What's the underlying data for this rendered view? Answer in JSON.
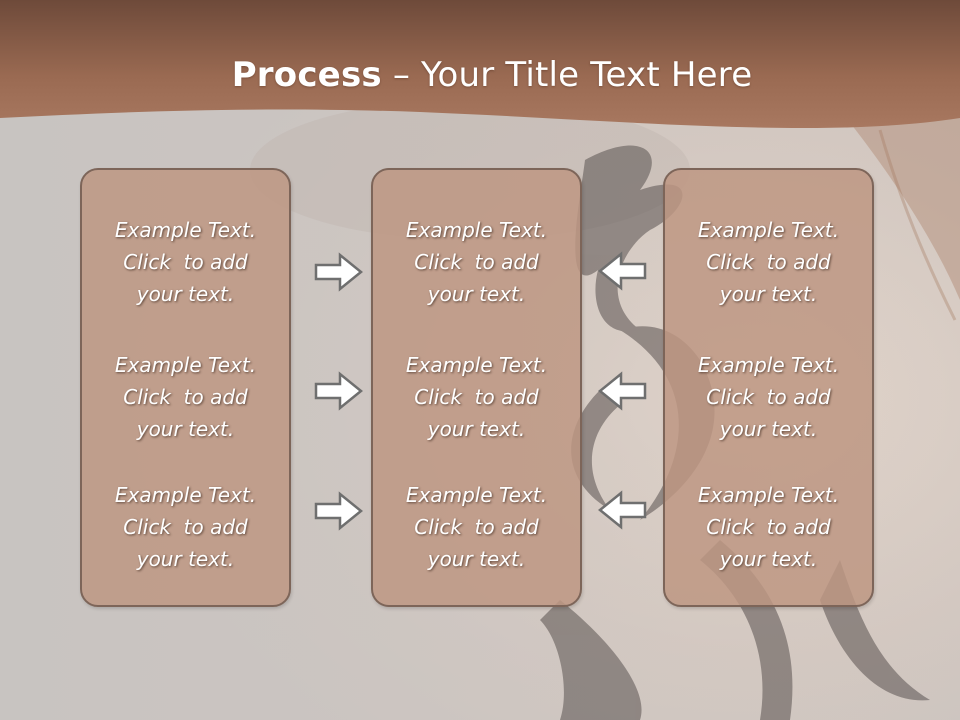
{
  "title": {
    "bold": "Process",
    "rest": " – Your Title Text Here"
  },
  "colors": {
    "header": "#9a6a52",
    "panel": "#c09886",
    "panel_border": "#7d6559",
    "arrow_fill": "#ffffff",
    "arrow_stroke": "#6f6f6f"
  },
  "columns": [
    {
      "blocks": [
        {
          "lines": [
            "Example Text.",
            "Click  to add",
            "your text."
          ]
        },
        {
          "lines": [
            "Example Text.",
            "Click  to add",
            "your text."
          ]
        },
        {
          "lines": [
            "Example Text.",
            "Click  to add",
            "your text."
          ]
        }
      ]
    },
    {
      "blocks": [
        {
          "lines": [
            "Example Text.",
            "Click  to add",
            "your text."
          ]
        },
        {
          "lines": [
            "Example Text.",
            "Click  to add",
            "your text."
          ]
        },
        {
          "lines": [
            "Example Text.",
            "Click  to add",
            "your text."
          ]
        }
      ]
    },
    {
      "blocks": [
        {
          "lines": [
            "Example Text.",
            "Click  to add",
            "your text."
          ]
        },
        {
          "lines": [
            "Example Text.",
            "Click  to add",
            "your text."
          ]
        },
        {
          "lines": [
            "Example Text.",
            "Click  to add",
            "your text."
          ]
        }
      ]
    }
  ],
  "arrows": {
    "left_side": "right-arrow-icon",
    "right_side": "left-arrow-icon"
  }
}
